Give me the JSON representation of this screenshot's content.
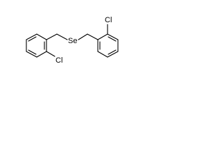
{
  "molecule": {
    "atoms": {
      "selenium": "Se",
      "chlorine_top": "Cl",
      "chlorine_bottom": "Cl"
    }
  },
  "colors": {
    "bond": "#000000",
    "label": "#000000",
    "background": "#ffffff"
  }
}
